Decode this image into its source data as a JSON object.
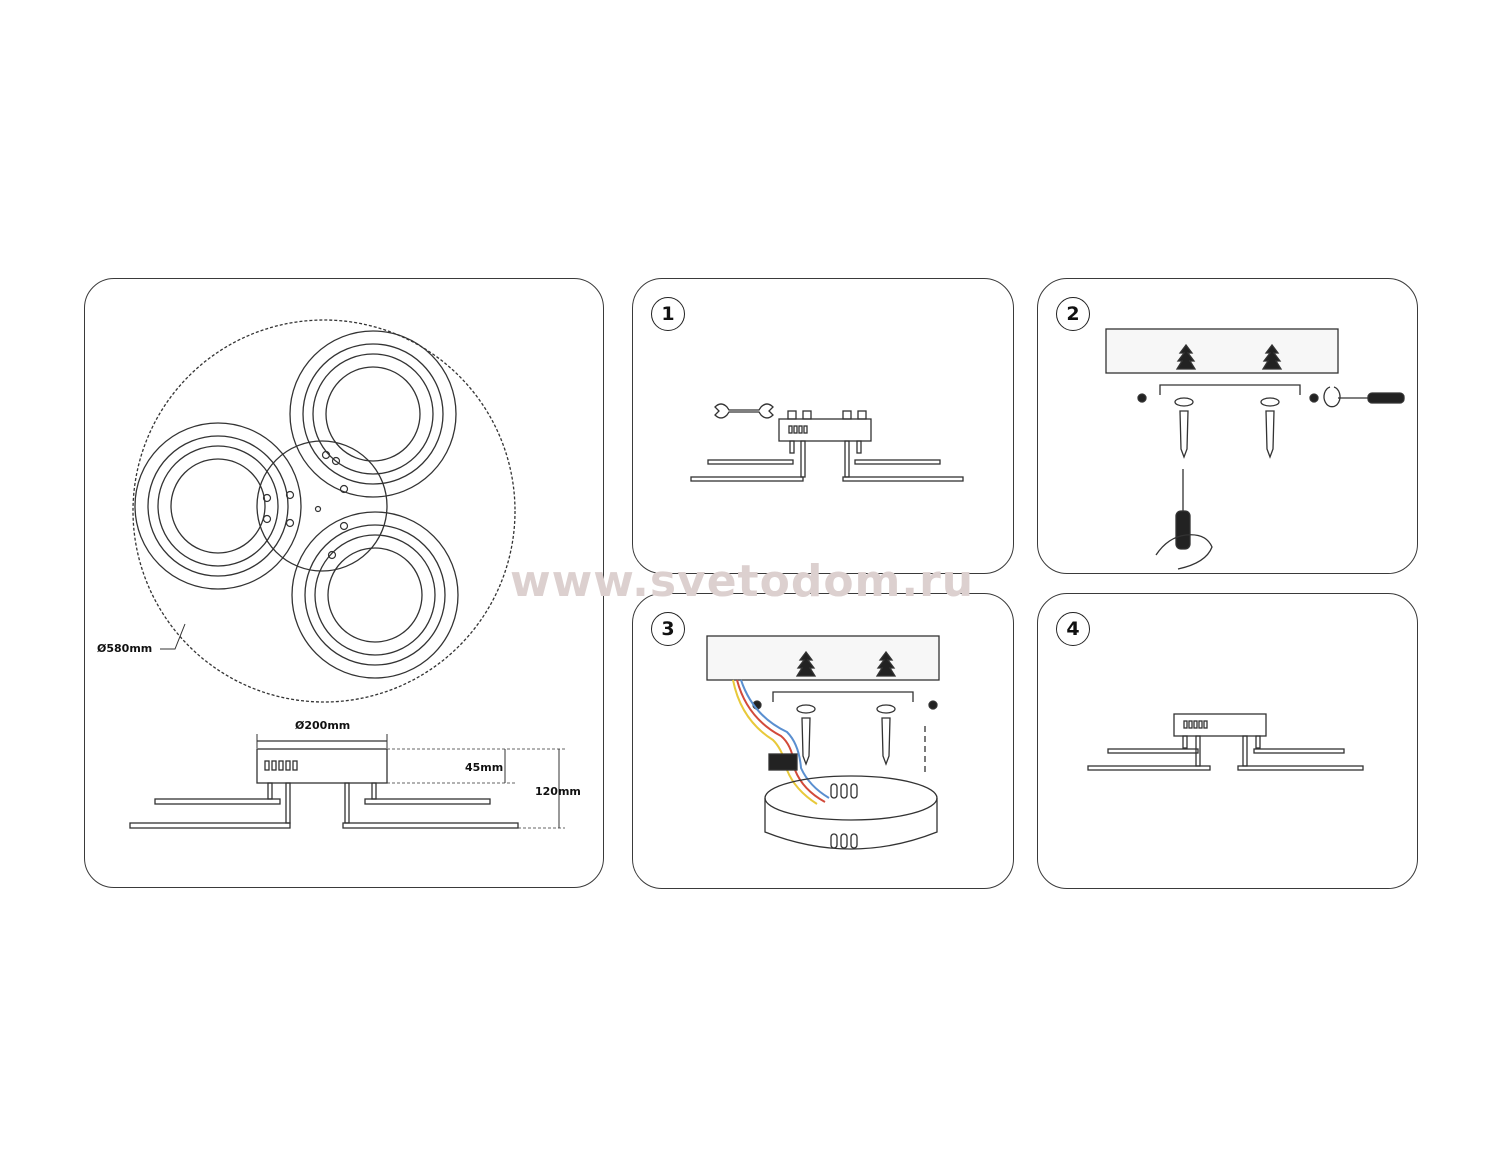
{
  "main": {
    "outer_diameter": "Ø580mm",
    "base_diameter": "Ø200mm",
    "base_height": "45mm",
    "total_height": "120mm"
  },
  "steps": [
    {
      "number": "1"
    },
    {
      "number": "2"
    },
    {
      "number": "3"
    },
    {
      "number": "4"
    }
  ],
  "watermark": "www.svetodom.ru",
  "colors": {
    "line": "#222222",
    "wire_yellow": "#e8c93a",
    "wire_red": "#d24a3a",
    "wire_blue": "#5a8fd0",
    "watermark": "#dcd0cf"
  }
}
